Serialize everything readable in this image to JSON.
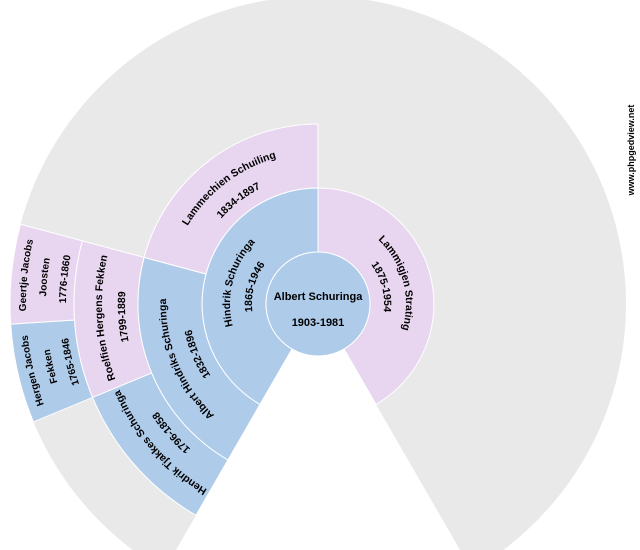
{
  "title": "fan-chart",
  "watermark": "www.phpgedview.net",
  "colors": {
    "male_fill": "#aecbea",
    "female_fill": "#e8d5f0",
    "unknown_fill": "#e9e9e9",
    "background": "#ffffff",
    "text": "#000000"
  },
  "people": {
    "root": {
      "name": "Albert Schuringa",
      "dates": "1903-1981",
      "sex": "M"
    },
    "father": {
      "name": "Hindrik Schuringa",
      "dates": "1865-1946",
      "sex": "M"
    },
    "mother": {
      "name": "Lammigjen Strating",
      "dates": "1875-1954",
      "sex": "F"
    },
    "paternal_grandfather": {
      "name": "Albert Hindriks Schuringa",
      "dates": "1832-1896",
      "sex": "M"
    },
    "paternal_grandmother": {
      "name": "Lammechien Schuiling",
      "dates": "1834-1897",
      "sex": "F"
    },
    "great_grandfather": {
      "name": "Hendrik Tjakkes Schuringa",
      "dates": "1796-1858",
      "sex": "M"
    },
    "great_grandmother": {
      "name": "Roelfien Hergens Fekken",
      "dates": "1799-1889",
      "sex": "F"
    },
    "gg_grandfather": {
      "name_lines": [
        "Hergen Jacobs",
        "Fekken"
      ],
      "dates": "1765-1846",
      "sex": "M"
    },
    "gg_grandmother": {
      "name_lines": [
        "Geertje Jacobs",
        "Joosten"
      ],
      "dates": "1776-1860",
      "sex": "F"
    }
  }
}
